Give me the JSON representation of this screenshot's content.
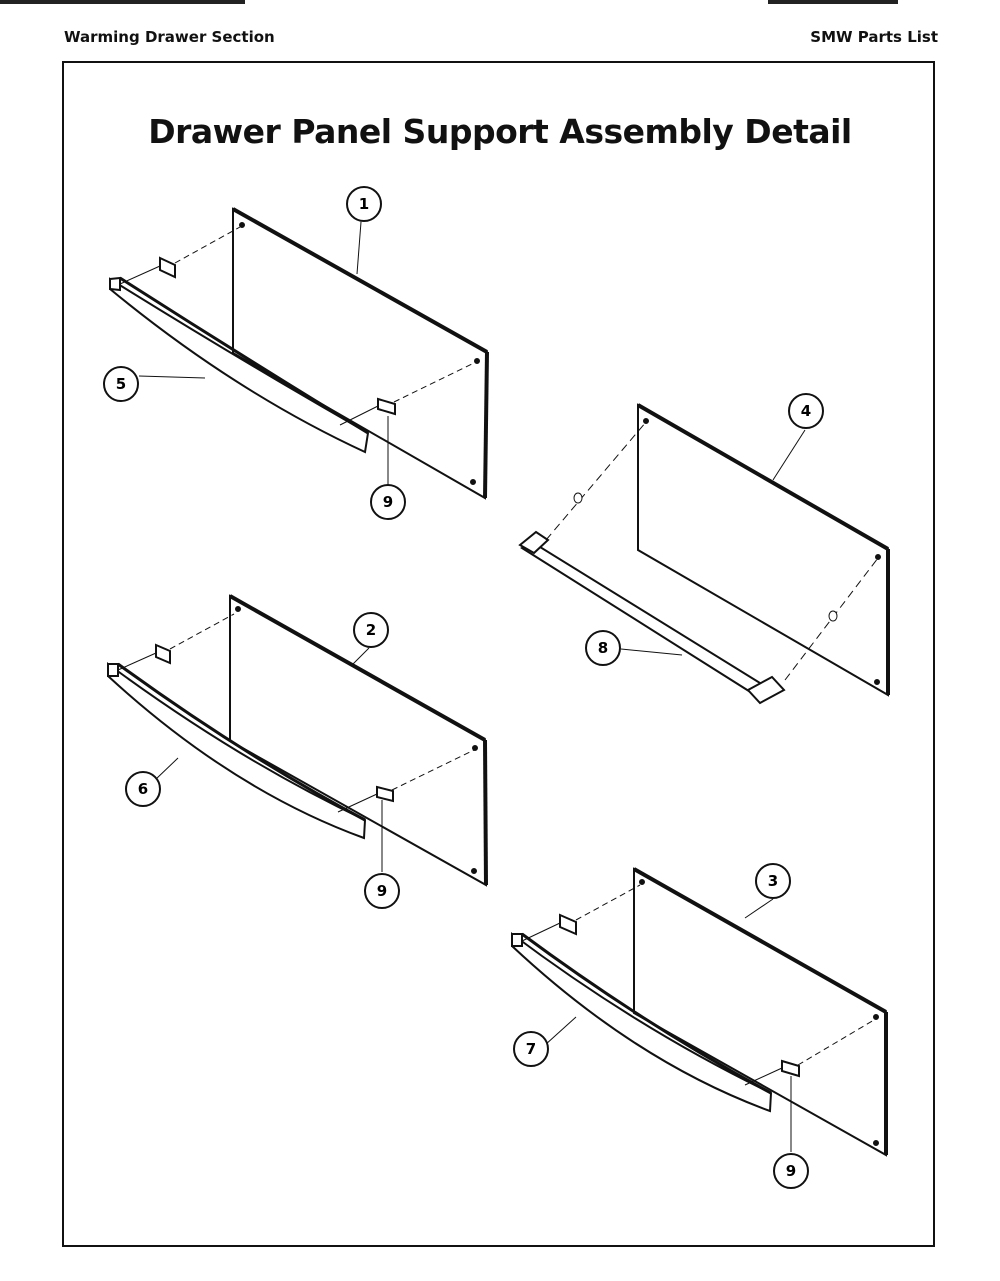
{
  "header": {
    "section": "Warming Drawer Section",
    "list_name": "SMW Parts List"
  },
  "title": "Drawer Panel Support Assembly Detail",
  "callouts": [
    {
      "label": "1"
    },
    {
      "label": "2"
    },
    {
      "label": "3"
    },
    {
      "label": "4"
    },
    {
      "label": "5"
    },
    {
      "label": "6"
    },
    {
      "label": "7"
    },
    {
      "label": "8"
    },
    {
      "label": "9"
    },
    {
      "label": "9"
    },
    {
      "label": "9"
    }
  ]
}
